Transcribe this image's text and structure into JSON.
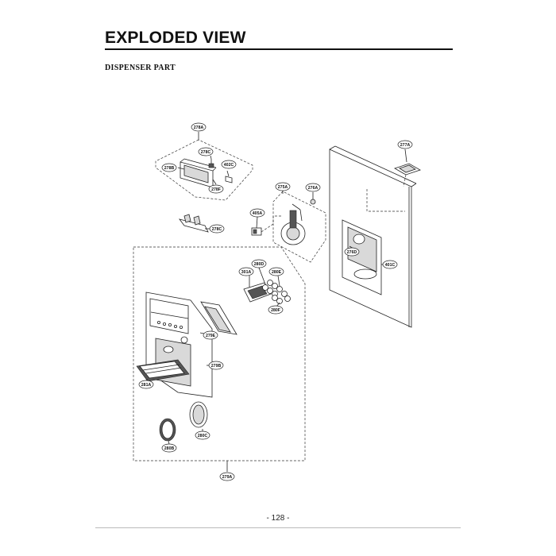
{
  "header": {
    "title": "EXPLODED VIEW",
    "subtitle": "DISPENSER PART"
  },
  "callouts": {
    "c278A": "278A",
    "c278C_top": "278C",
    "c278B": "278B",
    "c402C": "402C",
    "c278F": "278F",
    "c278C_lower": "278C",
    "c275A": "275A",
    "c276A": "276A",
    "c405A": "405A",
    "c277A": "277A",
    "c276D": "276D",
    "c401C": "401C",
    "c280D": "280D",
    "c301A": "301A",
    "c280E": "280E",
    "c280F": "280F",
    "c279E": "279E",
    "c279B": "279B",
    "c281A": "281A",
    "c280C": "280C",
    "c280B": "280B",
    "c279A": "279A"
  },
  "footer": {
    "page_number": "- 128 -"
  }
}
